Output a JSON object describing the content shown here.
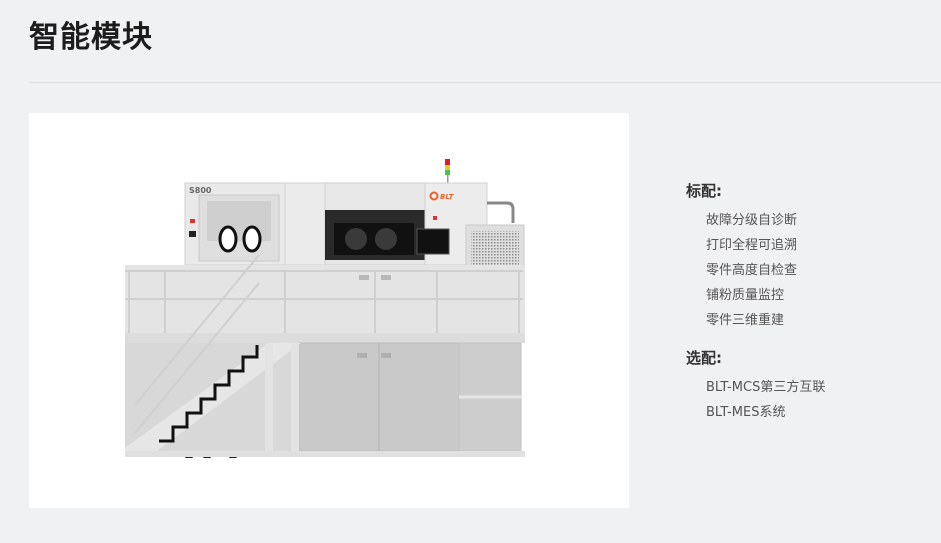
{
  "header": {
    "title": "智能模块"
  },
  "product_image": {
    "alt": "BLT S800 metal 3D printer with platform and stairs",
    "model_label": "S800",
    "brand_label": "BLT",
    "colors": {
      "brand_orange": "#e8632a",
      "signal_red": "#e02020",
      "signal_yellow": "#e6d21e",
      "signal_green": "#4cc04c"
    }
  },
  "spec": {
    "standard": {
      "heading": "标配:",
      "items": [
        "故障分级自诊断",
        "打印全程可追溯",
        "零件高度自检查",
        "铺粉质量监控",
        "零件三维重建"
      ]
    },
    "optional": {
      "heading": "选配:",
      "items": [
        "BLT-MCS第三方互联",
        "BLT-MES系统"
      ]
    }
  }
}
